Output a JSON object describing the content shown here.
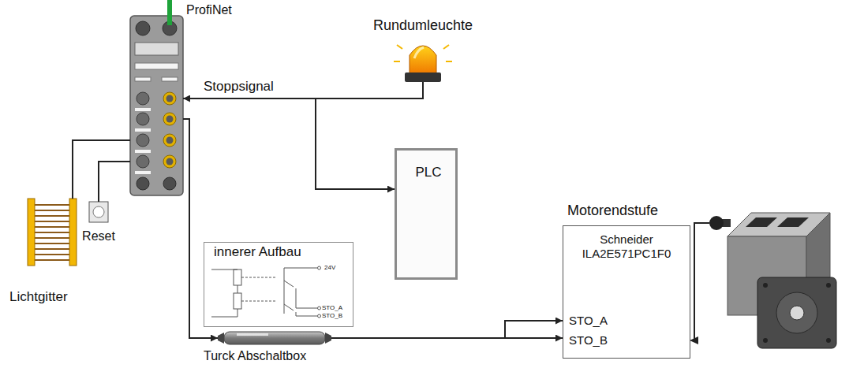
{
  "diagram": {
    "nodes": [
      {
        "text": [
          "ProfiNet"
        ]
      },
      {
        "text": [
          "Rundumleuchte"
        ]
      },
      {
        "text": [
          "PLC"
        ]
      },
      {
        "text": [
          "Motorendstufe",
          "Schneider ILA2E571PC1F0"
        ]
      },
      {
        "text": [
          "Reset"
        ]
      },
      {
        "text": [
          "Lichtgitter"
        ]
      },
      {
        "text": [
          "innerer Aufbau"
        ]
      },
      {
        "text": [
          "Turck Abschaltbox"
        ]
      }
    ],
    "edges": [
      {
        "from": 1,
        "to": 0,
        "arrow": "to",
        "label": "Stoppsignal"
      },
      {
        "from": 1,
        "to": 2,
        "arrow": "to"
      },
      {
        "from": 0,
        "to": 5,
        "arrow": "none"
      },
      {
        "from": 0,
        "to": 4,
        "arrow": "none"
      },
      {
        "from": 0,
        "to": 7,
        "arrow": "to"
      },
      {
        "from": 7,
        "to": 3,
        "arrow": "to"
      }
    ],
    "labels": [
      "24V",
      "STO_A",
      "STO_B",
      "STO_A",
      "STO_B"
    ]
  }
}
